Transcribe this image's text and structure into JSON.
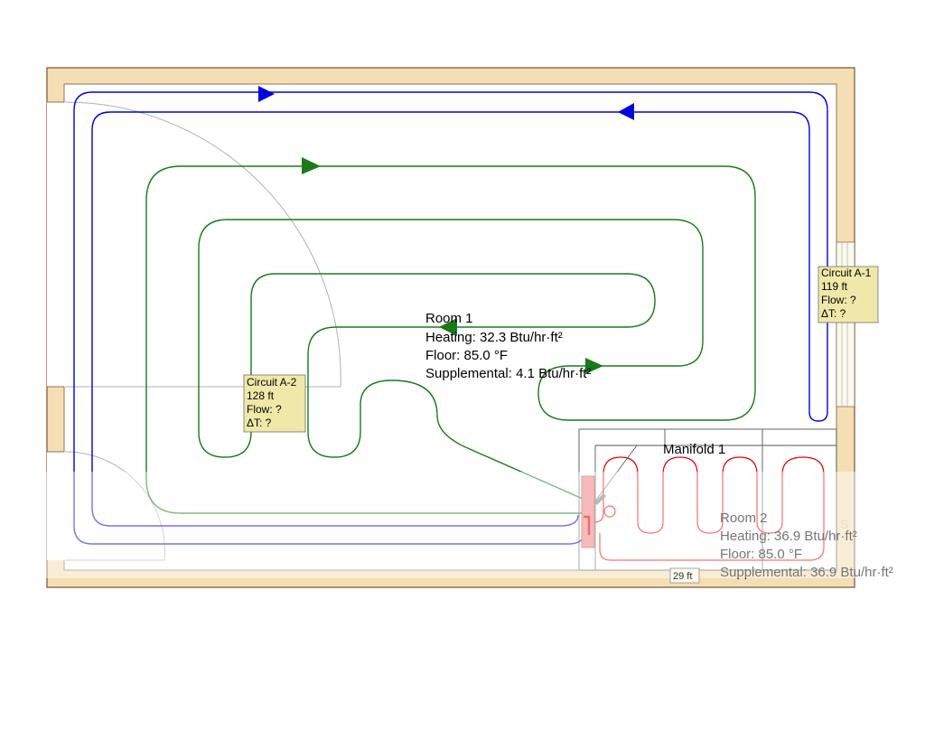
{
  "colors": {
    "wall": "#f5deb3",
    "wall_border": "#8b7355",
    "circuit_a1": "#0000e0",
    "circuit_a2": "#1a7a1a",
    "room2_loop": "#e00000",
    "manifold": "#f08080",
    "info_box": "#f0e8a8",
    "fade_band": "#ffffff"
  },
  "rooms": [
    {
      "name": "Room 1",
      "heating": "Heating: 32.3 Btu/hr·ft²",
      "floor": "Floor: 85.0 °F",
      "supplemental": "Supplemental: 4.1 Btu/hr·ft²"
    },
    {
      "name": "Room 2",
      "heating": "Heating: 36.9 Btu/hr·ft²",
      "floor": "Floor: 85.0 °F",
      "supplemental": "Supplemental: 36.9 Btu/hr·ft²"
    }
  ],
  "circuits": [
    {
      "name": "Circuit A-1",
      "length": "119 ft",
      "flow": "Flow: ?",
      "dt": "ΔT: ?"
    },
    {
      "name": "Circuit A-2",
      "length": "128 ft",
      "flow": "Flow: ?",
      "dt": "ΔT: ?"
    }
  ],
  "manifold": {
    "name": "Manifold 1"
  },
  "dimension": {
    "label": "29 ft"
  }
}
